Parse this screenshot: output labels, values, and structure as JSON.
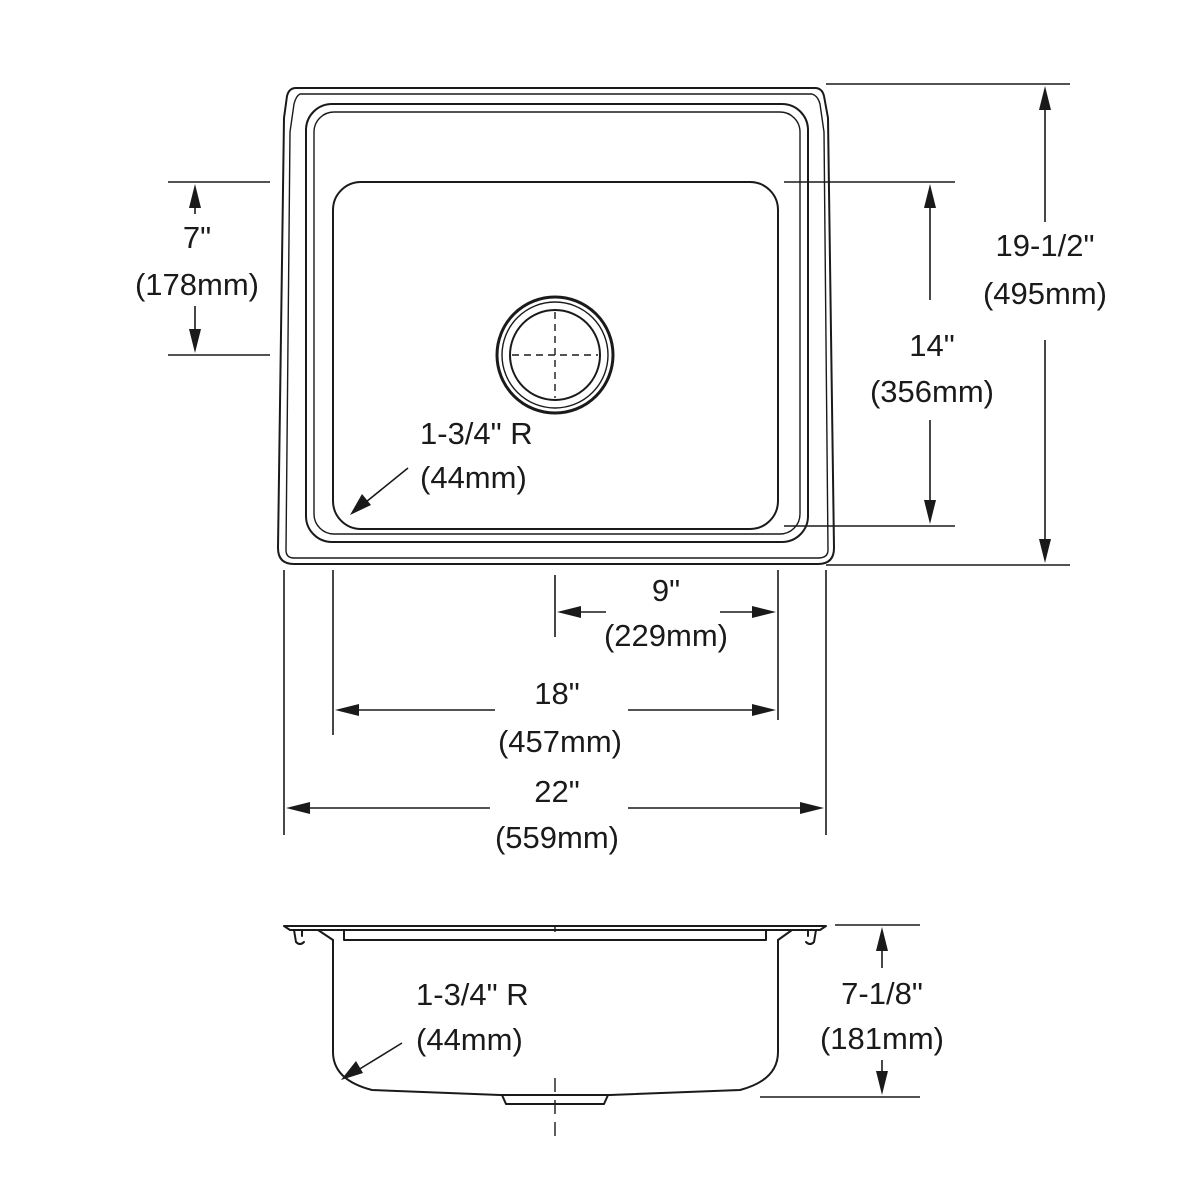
{
  "top_view": {
    "overall_width": {
      "imperial": "22\"",
      "metric": "(559mm)"
    },
    "overall_depth": {
      "imperial": "19-1/2\"",
      "metric": "(495mm)"
    },
    "bowl_width": {
      "imperial": "18\"",
      "metric": "(457mm)"
    },
    "bowl_depth": {
      "imperial": "14\"",
      "metric": "(356mm)"
    },
    "drain_offset_x": {
      "imperial": "9\"",
      "metric": "(229mm)"
    },
    "drain_offset_y": {
      "imperial": "7\"",
      "metric": "(178mm)"
    },
    "corner_radius": {
      "imperial": "1-3/4\" R",
      "metric": "(44mm)"
    }
  },
  "side_view": {
    "bowl_height": {
      "imperial": "7-1/8\"",
      "metric": "(181mm)"
    },
    "corner_radius": {
      "imperial": "1-3/4\" R",
      "metric": "(44mm)"
    }
  }
}
